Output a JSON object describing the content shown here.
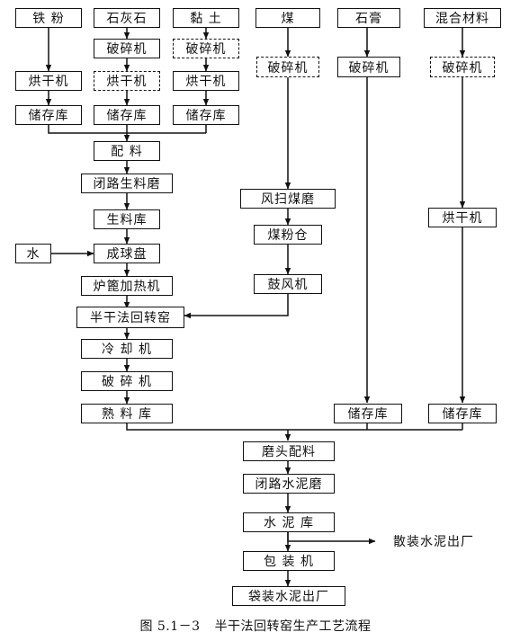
{
  "nodes": {
    "iron_powder": "铁  粉",
    "limestone": "石灰石",
    "clay": "黏  土",
    "coal": "煤",
    "gypsum": "石膏",
    "admixture": "混合材料",
    "crusher_limestone": "破碎机",
    "crusher_clay": "破碎机",
    "crusher_coal": "破碎机",
    "crusher_gypsum": "破碎机",
    "crusher_admixture": "破碎机",
    "dryer_iron": "烘干机",
    "dryer_limestone": "烘干机",
    "dryer_clay": "烘干机",
    "dryer_admixture": "烘干机",
    "storage_iron": "储存库",
    "storage_limestone": "储存库",
    "storage_clay": "储存库",
    "batching": "配    料",
    "raw_mill": "闭路生料磨",
    "raw_silo": "生料库",
    "water": "水",
    "balling_pan": "成球盘",
    "grate_heater": "炉篦加热机",
    "coal_mill": "风扫煤磨",
    "coal_bin": "煤粉仓",
    "blower": "鼓风机",
    "rotary_kiln": "半干法回转窑",
    "cooler": "冷   却   机",
    "clinker_crusher": "破    碎    机",
    "clinker_silo": "熟    料    库",
    "storage_gypsum": "储存库",
    "storage_admixture": "储存库",
    "grinding_batching": "磨头配料",
    "cement_mill": "闭路水泥磨",
    "cement_silo": "水    泥    库",
    "bulk_out": "散装水泥出厂",
    "packer": "包    装    机",
    "bagged_out": "袋装水泥出厂"
  },
  "caption": {
    "number": "图 5.1－3",
    "title": "半干法回转窑生产工艺流程"
  }
}
